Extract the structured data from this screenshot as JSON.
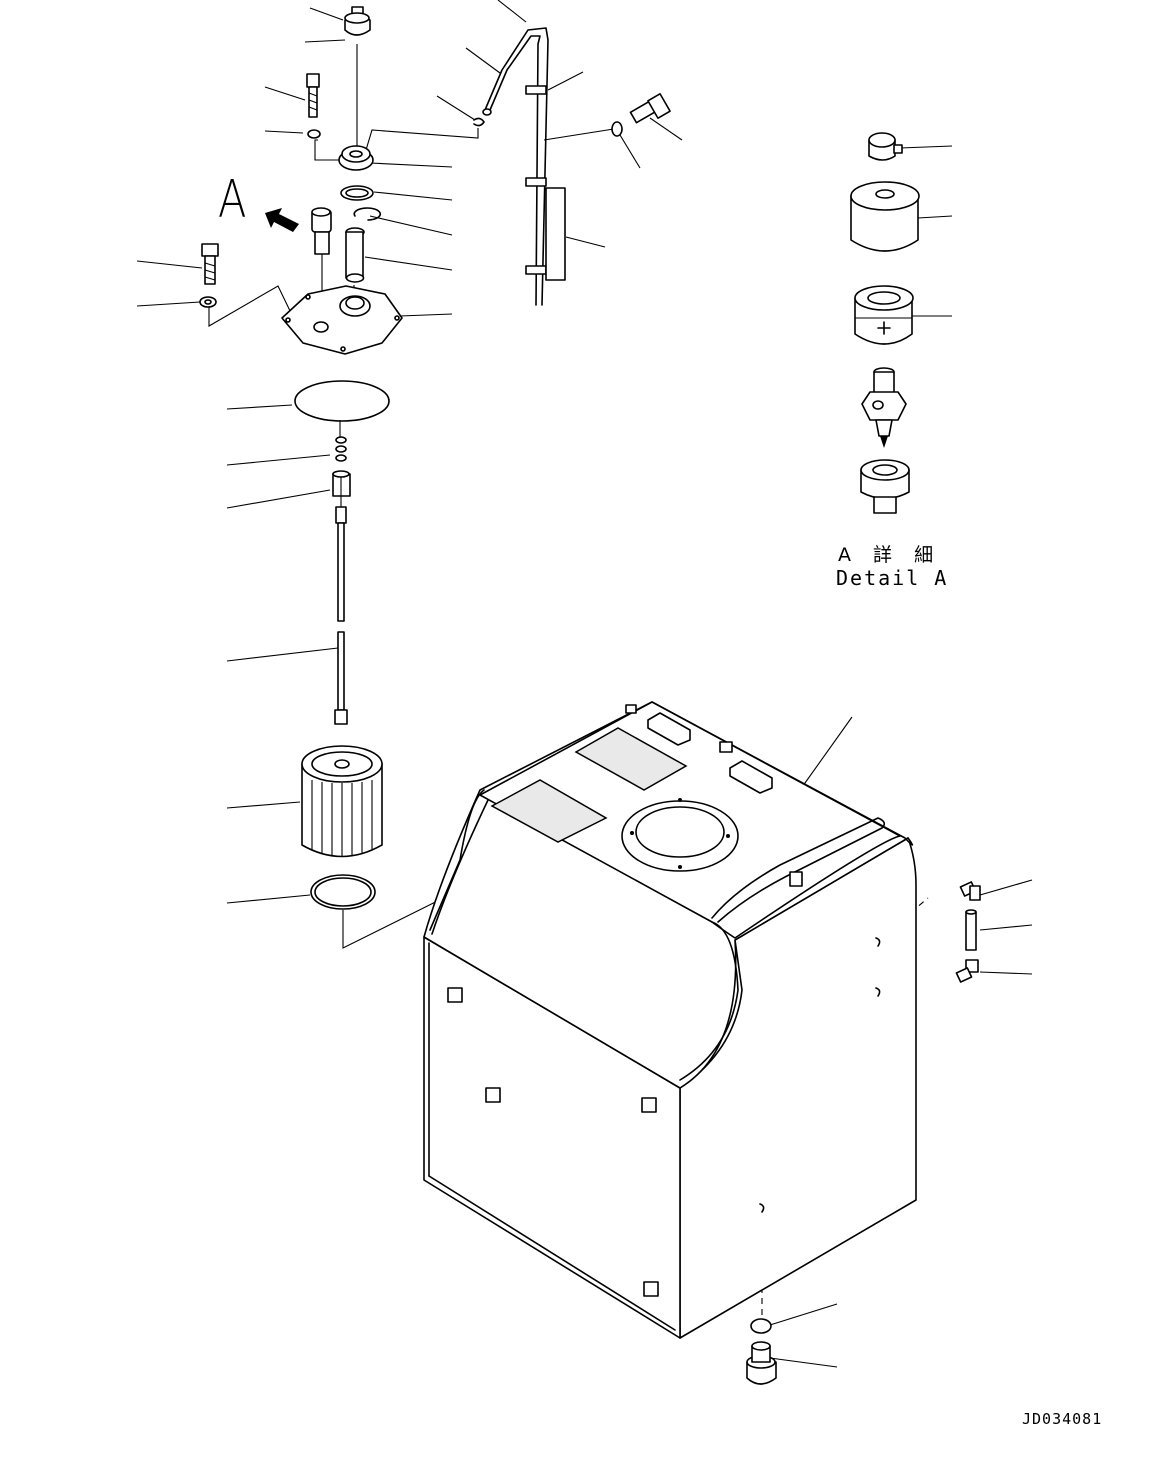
{
  "drawing": {
    "view_label": "A",
    "detail_label_jp": "A 詳 細",
    "detail_label_en": "Detail A",
    "drawing_number": "JD034081"
  }
}
